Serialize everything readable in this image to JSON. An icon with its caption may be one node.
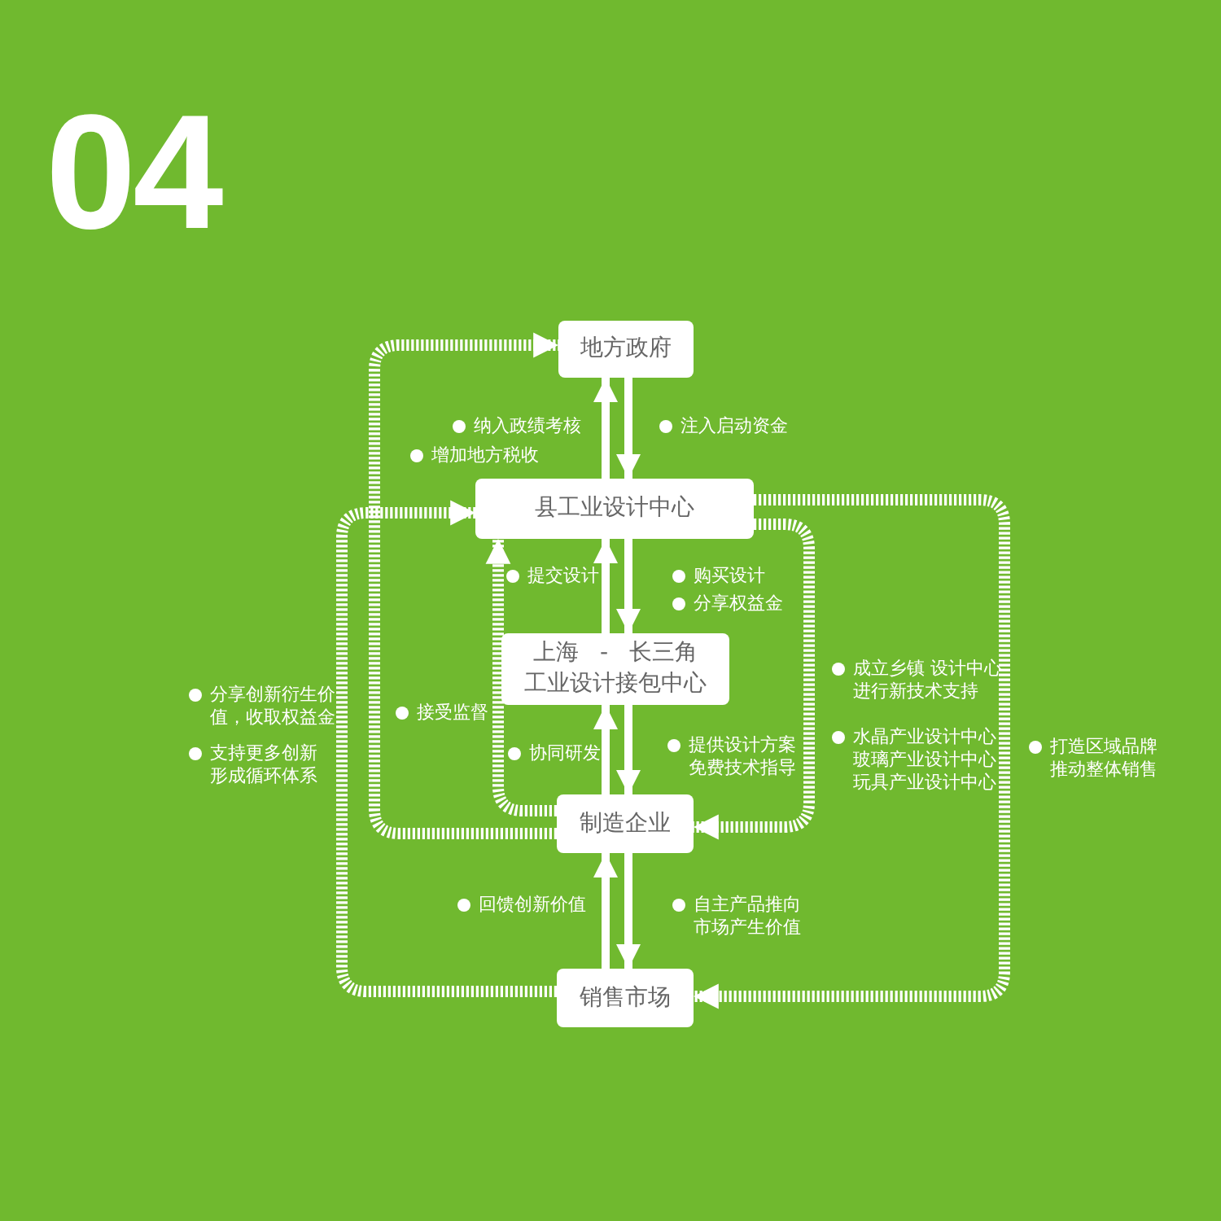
{
  "diagram": {
    "title": "04",
    "nodes": [
      {
        "text": [
          "地方政府"
        ]
      },
      {
        "text": [
          "县工业设计中心"
        ]
      },
      {
        "text": [
          "上海 - 长三角工业设计接包中心"
        ]
      },
      {
        "text": [
          "制造企业"
        ]
      },
      {
        "text": [
          "销售市场"
        ]
      }
    ],
    "edges": [
      {
        "from": 1,
        "to": 0,
        "arrow": "to"
      },
      {
        "from": 0,
        "to": 1,
        "arrow": "to"
      },
      {
        "from": 2,
        "to": 1,
        "arrow": "to"
      },
      {
        "from": 1,
        "to": 2,
        "arrow": "to"
      },
      {
        "from": 3,
        "to": 2,
        "arrow": "to"
      },
      {
        "from": 2,
        "to": 3,
        "arrow": "to"
      },
      {
        "from": 4,
        "to": 3,
        "arrow": "to"
      },
      {
        "from": 3,
        "to": 4,
        "arrow": "to"
      },
      {
        "from": 3,
        "to": 0,
        "arrow": "to",
        "style": "dashed"
      },
      {
        "from": 4,
        "to": 1,
        "arrow": "to",
        "style": "dashed"
      },
      {
        "from": 3,
        "to": 1,
        "arrow": "to",
        "style": "dashed"
      },
      {
        "from": 1,
        "to": 3,
        "arrow": "to",
        "style": "dashed"
      },
      {
        "from": 1,
        "to": 4,
        "arrow": "to",
        "style": "dashed"
      }
    ],
    "labels": [
      "纳入政绩考核",
      "注入启动资金",
      "增加地方税收",
      "提交设计",
      "购买设计",
      "分享权益金",
      "成立乡镇 设计中心进行新技术支持",
      "分享创新衍生价值，收取权益金",
      "接受监督",
      "水晶产业设计中心玻璃产业设计中心玩具产业设计中心",
      "打造区域品牌推动整体销售",
      "支持更多创新形成循环体系",
      "协同研发",
      "提供设计方案免费技术指导",
      "回馈创新价值",
      "自主产品推向市场产生价值"
    ]
  }
}
